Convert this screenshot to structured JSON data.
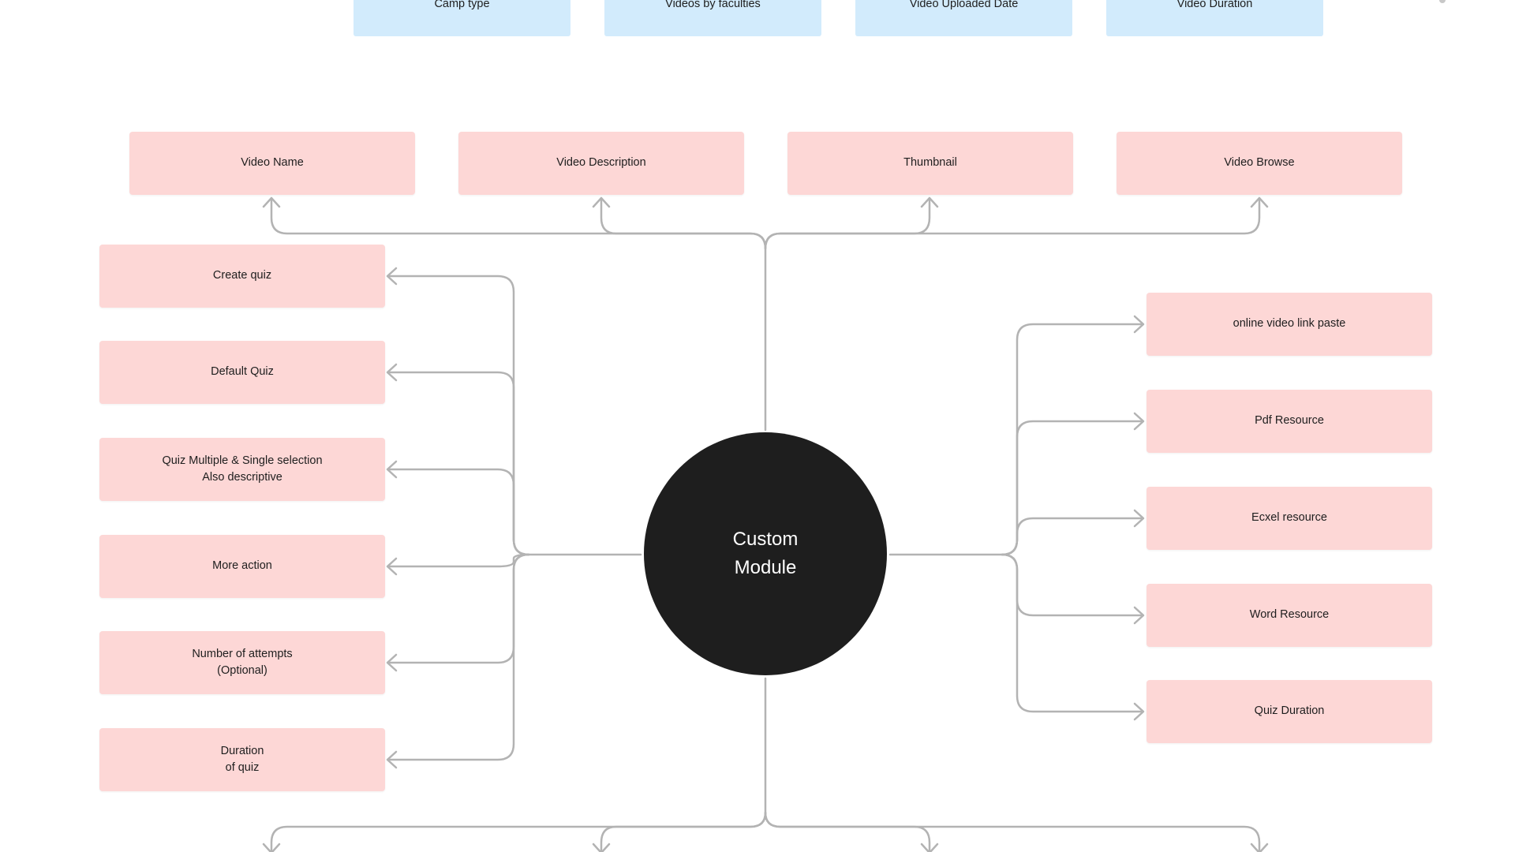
{
  "center": {
    "label": "Custom\nModule"
  },
  "top_row": [
    "Camp type",
    "Videos by faculties",
    "Video Uploaded Date",
    "Video Duration"
  ],
  "upper_row": [
    "Video Name",
    "Video Description",
    "Thumbnail",
    "Video Browse"
  ],
  "left_branch": [
    "Create quiz",
    "Default Quiz",
    "Quiz Multiple & Single selection\nAlso descriptive",
    "More action",
    "Number of attempts\n(Optional)",
    "Duration\nof quiz"
  ],
  "right_branch": [
    "online video link paste",
    "Pdf Resource",
    "Ecxel resource",
    "Word Resource",
    "Quiz Duration"
  ],
  "colors": {
    "node_fill": "#fdd7d6",
    "top_node_fill": "#d2ebfc",
    "center_fill": "#1e1e1e",
    "connector": "#b3b3b3"
  }
}
